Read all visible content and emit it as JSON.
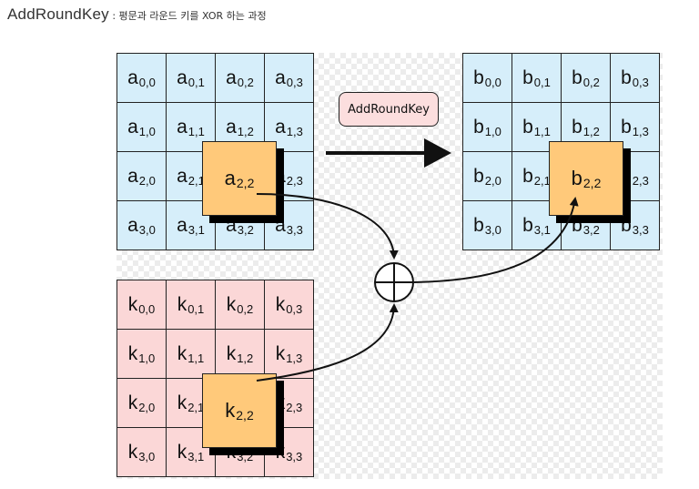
{
  "title": {
    "main": "AddRoundKey",
    "sub": " : 평문과 라운드 키를 XOR 하는 과정"
  },
  "diagram": {
    "operation_label": "AddRoundKey",
    "xor_symbol": "⊕",
    "state_a": {
      "letter": "a",
      "cells": [
        [
          "0,0",
          "0,1",
          "0,2",
          "0,3"
        ],
        [
          "1,0",
          "1,1",
          "1,2",
          "1,3"
        ],
        [
          "2,0",
          "2,1",
          "2,2",
          "2,3"
        ],
        [
          "3,0",
          "3,1",
          "3,2",
          "3,3"
        ]
      ],
      "highlight": "2,2"
    },
    "state_b": {
      "letter": "b",
      "cells": [
        [
          "0,0",
          "0,1",
          "0,2",
          "0,3"
        ],
        [
          "1,0",
          "1,1",
          "1,2",
          "1,3"
        ],
        [
          "2,0",
          "2,1",
          "2,2",
          "2,3"
        ],
        [
          "3,0",
          "3,1",
          "3,2",
          "3,3"
        ]
      ],
      "highlight": "2,2"
    },
    "round_key": {
      "letter": "k",
      "cells": [
        [
          "0,0",
          "0,1",
          "0,2",
          "0,3"
        ],
        [
          "1,0",
          "1,1",
          "1,2",
          "1,3"
        ],
        [
          "2,0",
          "2,1",
          "2,2",
          "2,3"
        ],
        [
          "3,0",
          "3,1",
          "3,2",
          "3,3"
        ]
      ],
      "highlight": "2,2"
    },
    "colors": {
      "state_fill": "#d6eefa",
      "key_fill": "#fbd7d7",
      "highlight_fill": "#ffc97a",
      "label_fill": "#fcdede"
    }
  }
}
